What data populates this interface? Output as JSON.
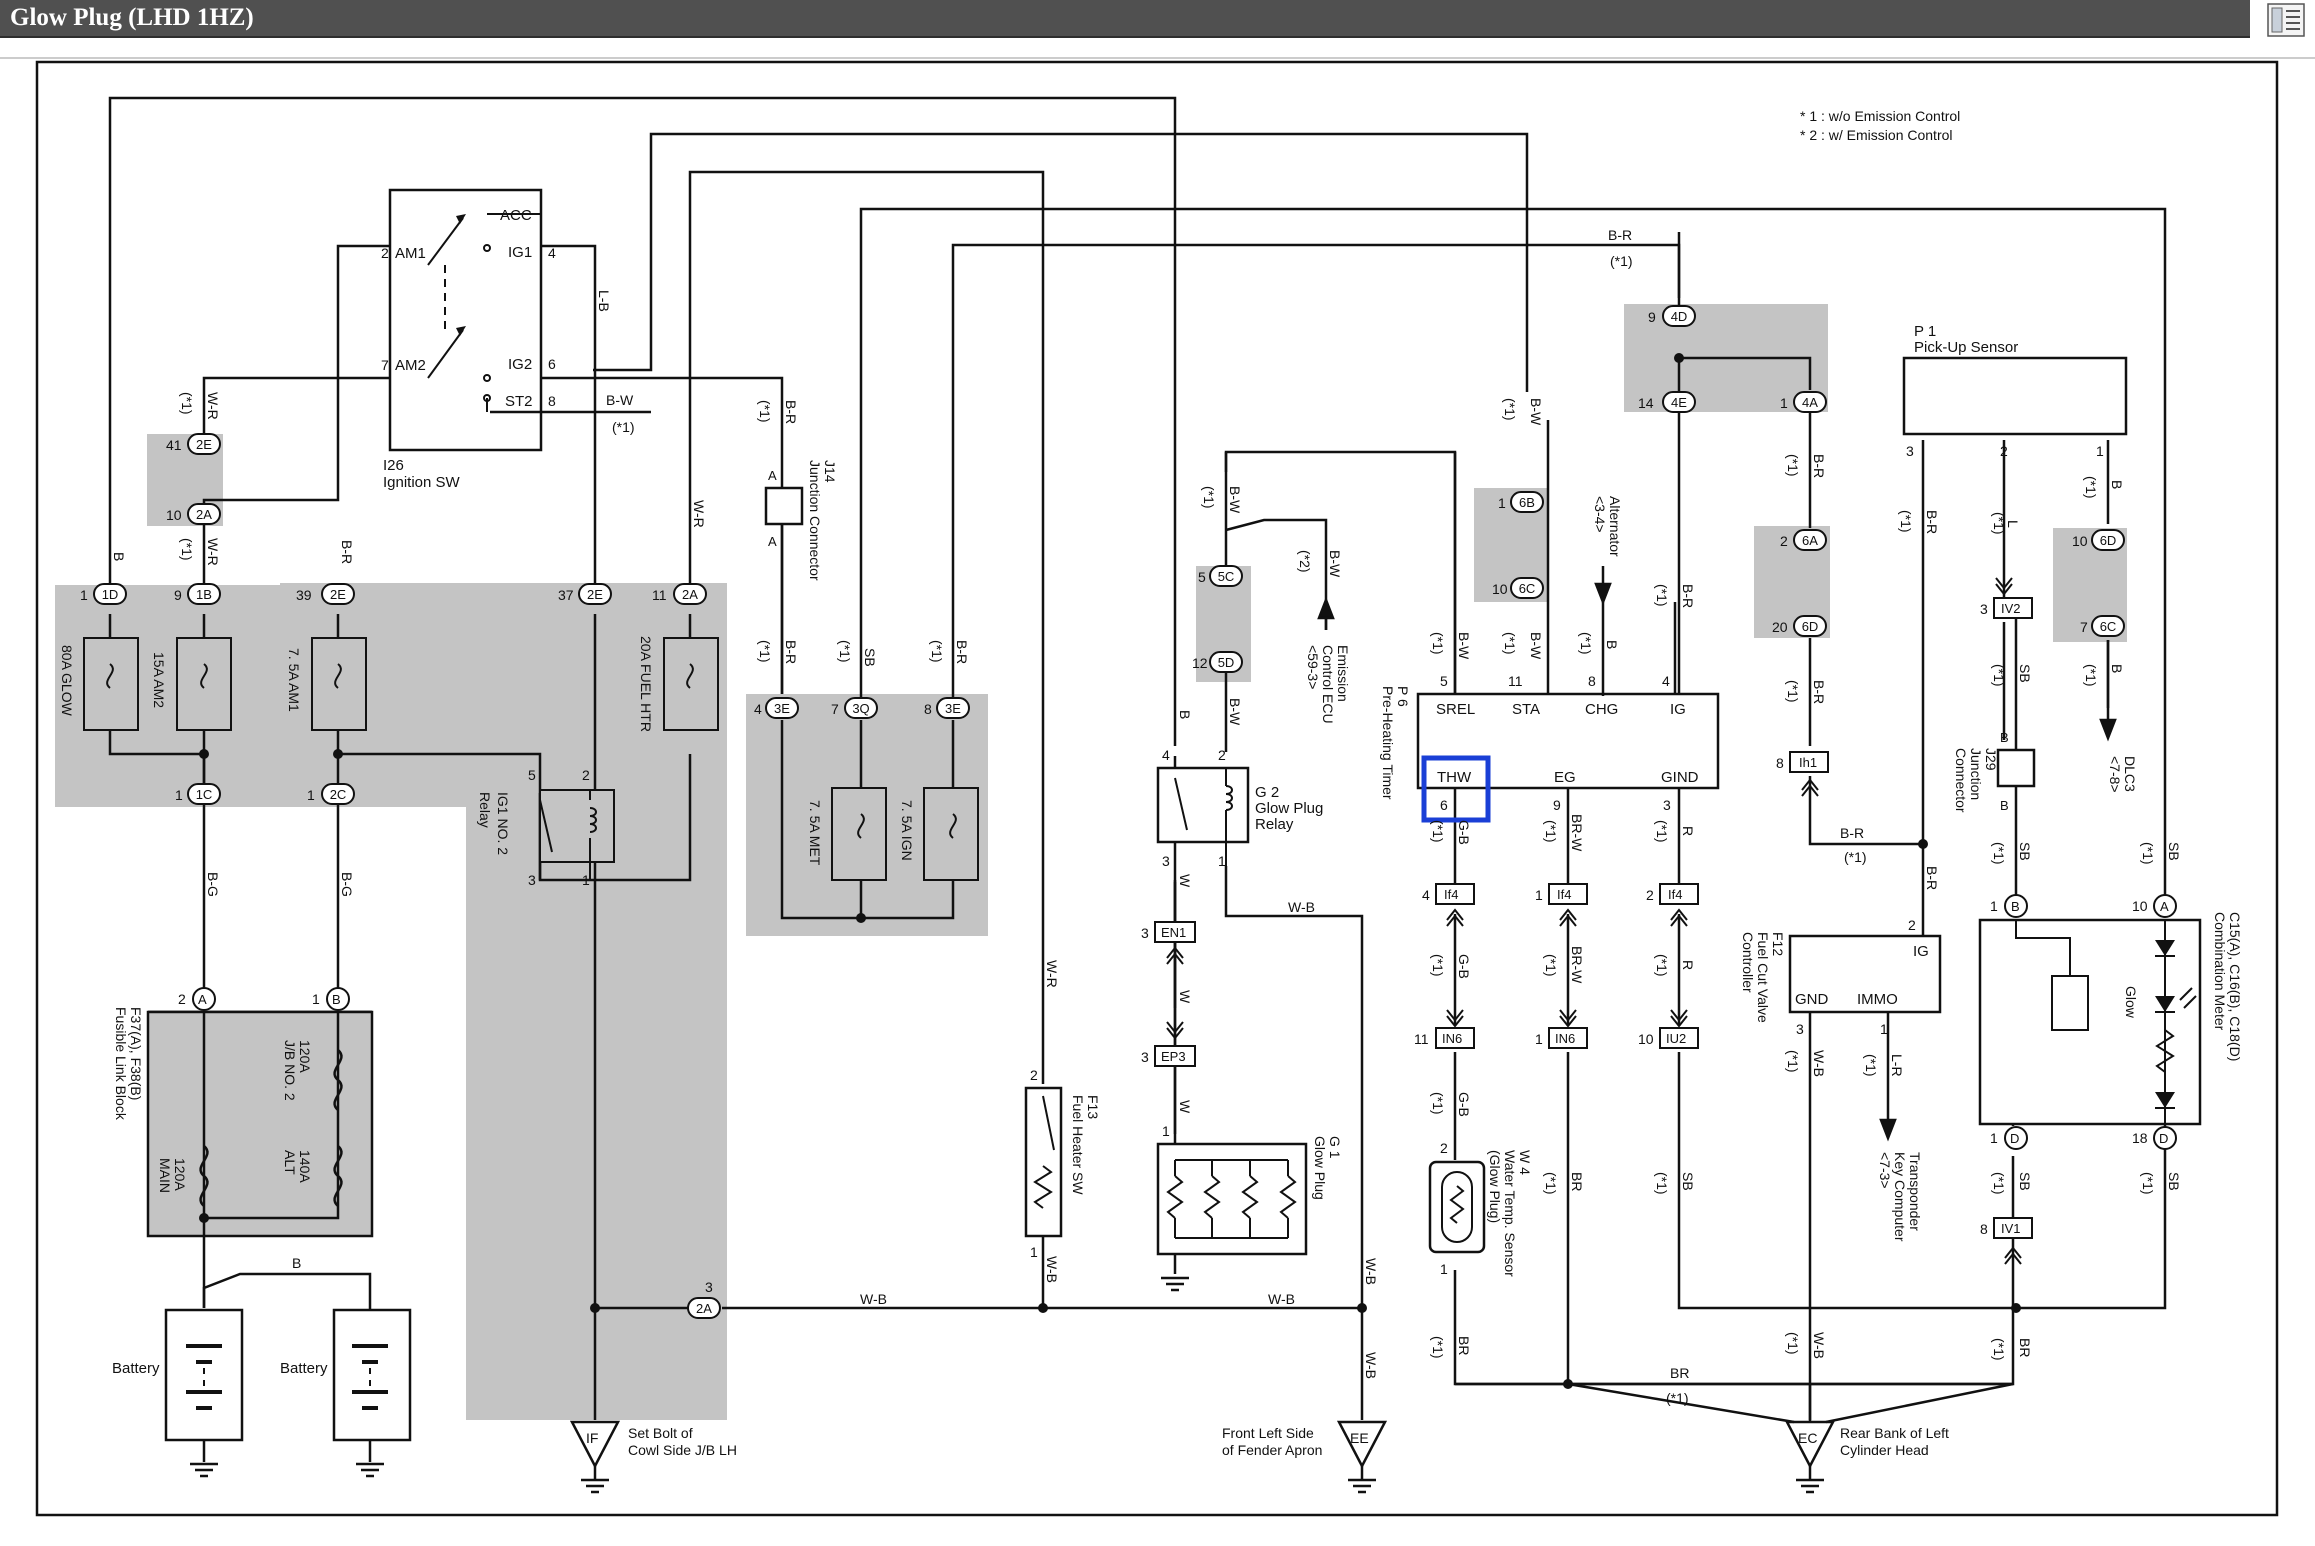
{
  "title": "Glow Plug (LHD 1HZ)",
  "legend": [
    "* 1 : w/o Emission Control",
    "* 2 : w/ Emission Control"
  ],
  "labels": {
    "ignition_sw": "Ignition SW",
    "ignition_sw_id": "I26",
    "acc": "ACC",
    "ig1": "IG1",
    "ig2": "IG2",
    "st2": "ST2",
    "am1": "AM1",
    "am2": "AM2",
    "junction_connector_id": "J14",
    "junction_connector": "Junction Connector",
    "fuse_80a": "80A GLOW",
    "fuse_15a": "15A AM2",
    "fuse_7a_am1": "7. 5A AM1",
    "fuse_20a": "20A FUEL HTR",
    "fuse_met": "7. 5A MET",
    "fuse_ign": "7. 5A IGN",
    "relay_ig1": "IG1 NO. 2",
    "relay_word": "Relay",
    "fusible_link": "F37(A), F38(B)",
    "fusible_link_name": "Fusible Link Block",
    "fl_120a_jb": "120A",
    "fl_jb": "J/B NO. 2",
    "fl_140a": "140A",
    "fl_alt": "ALT",
    "fl_120a_main": "120A",
    "fl_main": "MAIN",
    "battery": "Battery",
    "ground_if": "IF",
    "ground_if_label1": "Set Bolt of",
    "ground_if_label2": "Cowl Side J/B LH",
    "ground_ee": "EE",
    "ground_ee_label1": "Front Left Side",
    "ground_ee_label2": "of Fender Apron",
    "ground_ec": "EC",
    "ground_ec_label1": "Rear Bank of Left",
    "ground_ec_label2": "Cylinder Head",
    "fuel_heater_sw_id": "F13",
    "fuel_heater_sw": "Fuel Heater SW",
    "glow_relay_id": "G 2",
    "glow_relay": "Glow Plug",
    "glow_relay2": "Relay",
    "glow_plug_id": "G 1",
    "glow_plug": "Glow Plug",
    "emission_ecu": "Emission",
    "emission_ecu2": "Control ECU",
    "emission_ecu3": "<59-3>",
    "preheat_timer_id": "P 6",
    "preheat_timer": "Pre-Heating Timer",
    "srel": "SREL",
    "sta": "STA",
    "chg": "CHG",
    "ig": "IG",
    "thw": "THW",
    "eg": "EG",
    "gind": "GIND",
    "alternator": "Alternator",
    "alternator2": "<3-4>",
    "water_temp_id": "W 4",
    "water_temp": "Water Temp. Sensor",
    "water_temp2": "(Glow Plug)",
    "fuel_cut_id": "F12",
    "fuel_cut": "Fuel Cut Valve",
    "fuel_cut2": "Controller",
    "fc_ig": "IG",
    "fc_gnd": "GND",
    "fc_immo": "IMMO",
    "transponder": "Transponder",
    "transponder2": "Key Computer",
    "transponder3": "<7-3>",
    "pickup_id": "P 1",
    "pickup": "Pick-Up Sensor",
    "j29_id": "J29",
    "j29": "Junction",
    "j29_2": "Connector",
    "dlc3": "DLC3",
    "dlc3_2": "<7-8>",
    "comb_meter_id": "C15(A), C16(B), C18(D)",
    "comb_meter": "Combination Meter",
    "glow": "Glow"
  },
  "wires": {
    "wr": "W-R",
    "br_r": "B-R",
    "bw": "B-W",
    "b": "B",
    "bg": "B-G",
    "lb": "L-B",
    "sb": "SB",
    "w": "W",
    "wb": "W-B",
    "gb": "G-B",
    "brw": "BR-W",
    "r": "R",
    "br": "BR",
    "l": "L",
    "lr": "L-R"
  },
  "notes": {
    "n1": "(*1)",
    "n2": "(*2)"
  },
  "connectors": {
    "c2E": "2E",
    "c2A": "2A",
    "c1D": "1D",
    "c1B": "1B",
    "c1C": "1C",
    "c2C": "2C",
    "c3E": "3E",
    "c3Q": "3Q",
    "c4D": "4D",
    "c4E": "4E",
    "c4A": "4A",
    "c6B": "6B",
    "c6C": "6C",
    "c6A": "6A",
    "c6D": "6D",
    "c5C": "5C",
    "c5D": "5D",
    "cA": "A",
    "cB": "B",
    "cD": "D",
    "IV2": "IV2",
    "Ih1": "Ih1",
    "If4": "If4",
    "IN6": "IN6",
    "IU2": "IU2",
    "EN1": "EN1",
    "EP3": "EP3",
    "IV1": "IV1"
  },
  "colors": {
    "highlight": "#1a3fd6",
    "shade": "#c4c4c4",
    "titlebar": "#505050"
  }
}
